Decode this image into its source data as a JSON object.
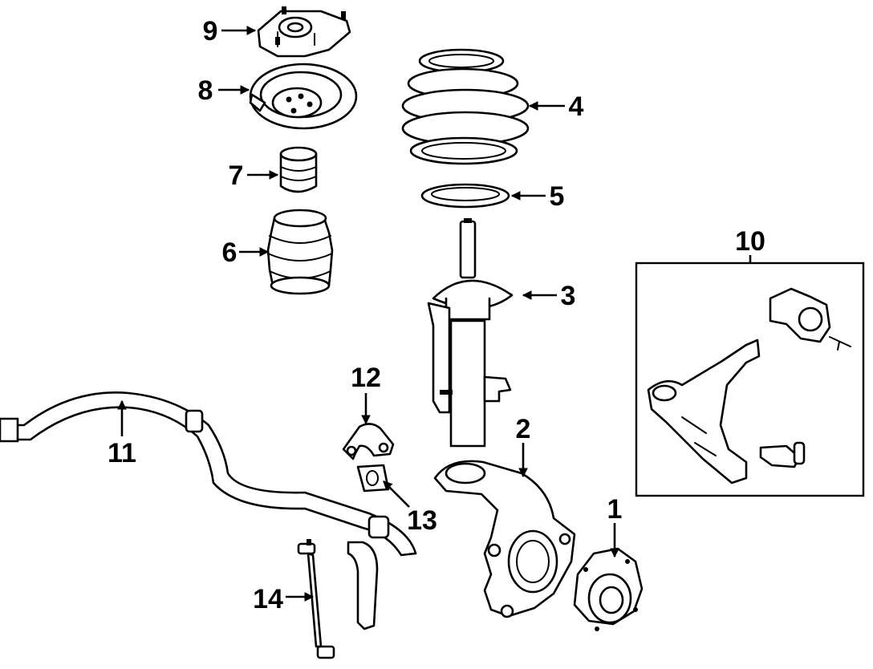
{
  "callouts": [
    {
      "id": "1",
      "label": "1",
      "part": "hub-bearing"
    },
    {
      "id": "2",
      "label": "2",
      "part": "steering-knuckle"
    },
    {
      "id": "3",
      "label": "3",
      "part": "strut"
    },
    {
      "id": "4",
      "label": "4",
      "part": "coil-spring"
    },
    {
      "id": "5",
      "label": "5",
      "part": "spring-insulator"
    },
    {
      "id": "6",
      "label": "6",
      "part": "dust-boot"
    },
    {
      "id": "7",
      "label": "7",
      "part": "bump-stop"
    },
    {
      "id": "8",
      "label": "8",
      "part": "upper-spring-seat"
    },
    {
      "id": "9",
      "label": "9",
      "part": "strut-mount"
    },
    {
      "id": "10",
      "label": "10",
      "part": "lower-control-arm"
    },
    {
      "id": "11",
      "label": "11",
      "part": "stabilizer-bar"
    },
    {
      "id": "12",
      "label": "12",
      "part": "stabilizer-bracket"
    },
    {
      "id": "13",
      "label": "13",
      "part": "stabilizer-bushing"
    },
    {
      "id": "14",
      "label": "14",
      "part": "stabilizer-link"
    }
  ],
  "colors": {
    "line": "#000000",
    "background": "#ffffff"
  }
}
